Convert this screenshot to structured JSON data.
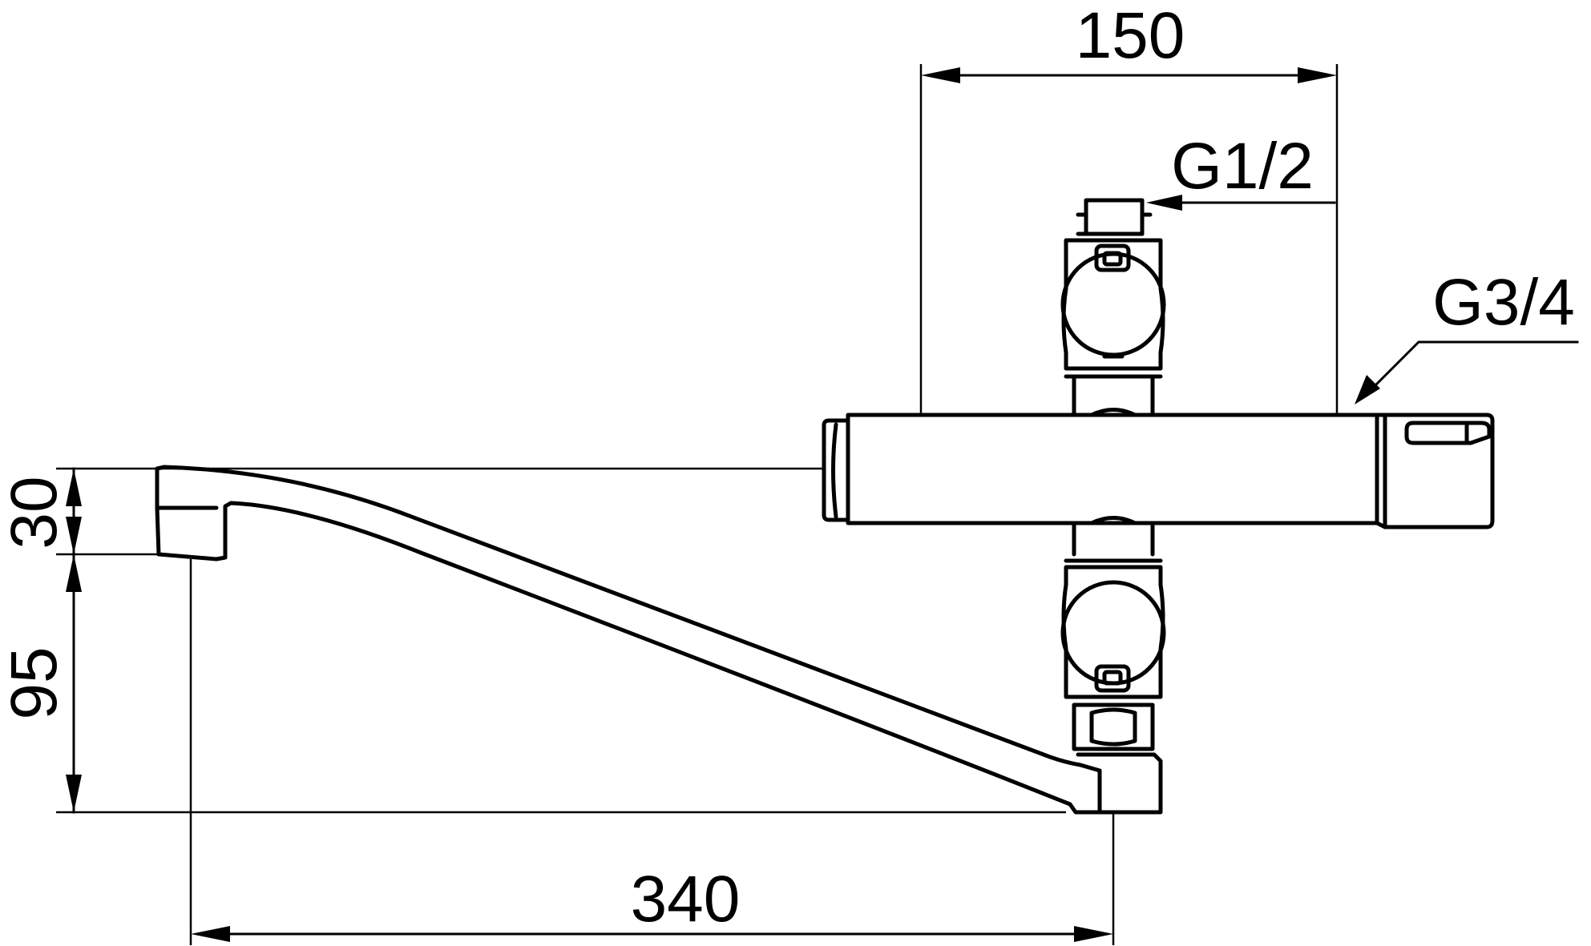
{
  "dimensions": {
    "width_top": "150",
    "inlet_thread": "G1/2",
    "outlet_thread": "G3/4",
    "spout_height": "30",
    "spout_drop": "95",
    "spout_reach": "340"
  },
  "colors": {
    "line": "#000000",
    "background": "#ffffff"
  }
}
